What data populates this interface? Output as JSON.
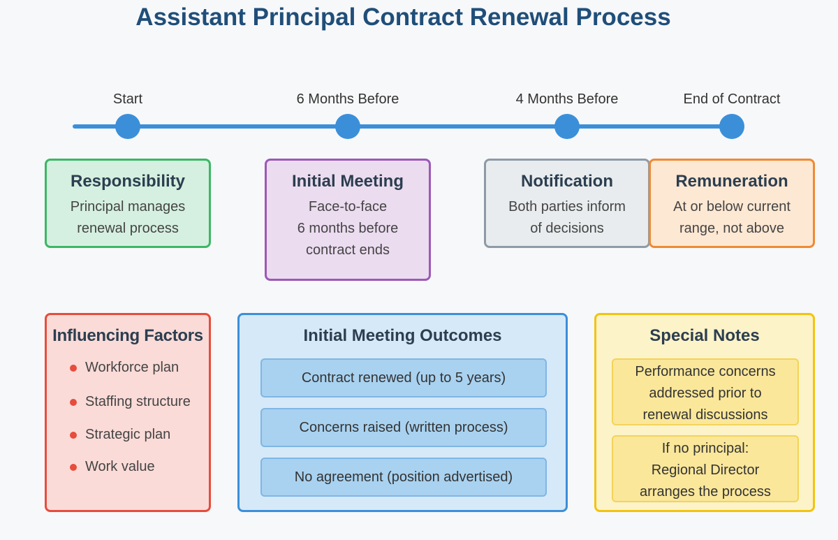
{
  "title": "Assistant Principal Contract Renewal Process",
  "timeline": {
    "labels": [
      "Start",
      "6 Months Before",
      "4 Months Before",
      "End of Contract"
    ]
  },
  "stages": [
    {
      "title": "Responsibility",
      "body": "Principal manages\nrenewal process"
    },
    {
      "title": "Initial Meeting",
      "body": "Face-to-face\n6 months before\ncontract ends"
    },
    {
      "title": "Notification",
      "body": "Both parties inform\nof decisions"
    },
    {
      "title": "Remuneration",
      "body": "At or below current\nrange, not above"
    }
  ],
  "factors": {
    "title": "Influencing Factors",
    "items": [
      "Workforce plan",
      "Staffing structure",
      "Strategic plan",
      "Work value"
    ]
  },
  "outcomes": {
    "title": "Initial Meeting Outcomes",
    "items": [
      "Contract renewed (up to 5 years)",
      "Concerns raised (written process)",
      "No agreement (position advertised)"
    ]
  },
  "notes": {
    "title": "Special Notes",
    "items": [
      "Performance concerns\naddressed prior to\nrenewal discussions",
      "If no principal:\nRegional Director\narranges the process"
    ]
  },
  "colors": {
    "accent": "#3b8fd9",
    "title": "#1f4e79",
    "green": "#3cb765",
    "purple": "#9b59b6",
    "gray": "#8e9ba6",
    "orange": "#ee8a35",
    "red": "#e74c3c",
    "yellow": "#f1c40f"
  }
}
